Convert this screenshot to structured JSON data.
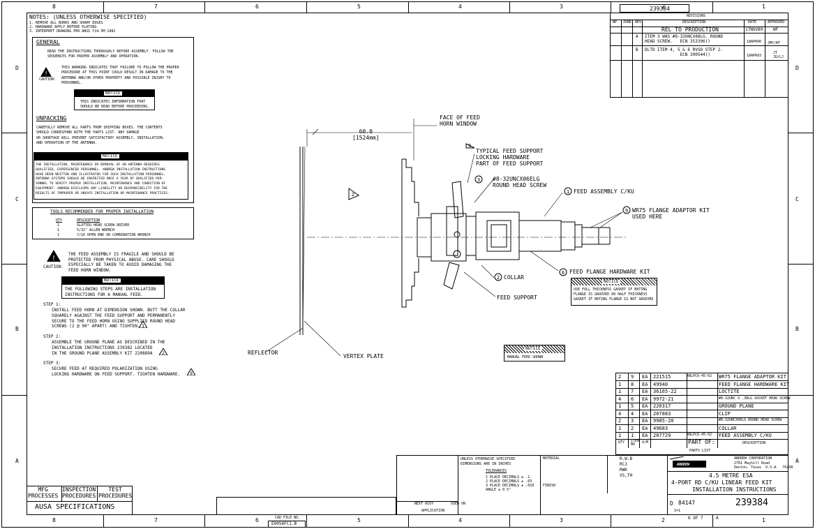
{
  "zones": {
    "top": [
      "8",
      "7",
      "6",
      "5",
      "4",
      "3",
      "2",
      "1"
    ],
    "bottom": [
      "8",
      "7",
      "6",
      "5",
      "4",
      "3",
      "2",
      "1"
    ],
    "left": [
      "D",
      "C",
      "B",
      "A"
    ],
    "right": [
      "D",
      "C",
      "B",
      "A"
    ]
  },
  "drawing_number_top": "239384",
  "notes": {
    "heading": "NOTES: (UNLESS OTHERWISE SPECIFIED)",
    "lines": [
      "1. REMOVE ALL BURRS AND SHARP EDGES",
      "2. HARDWARE APPLY BEFORE PLATING",
      "3. INTERPRET DRAWING PER ANSI Y14.5M-1982"
    ]
  },
  "general": {
    "title": "GENERAL",
    "p1": "READ THE INSTRUCTIONS THOROUGHLY BEFORE ASSEMBLY. FOLLOW THE\nSEQUENCES FOR PROPER ASSEMBLY AND OPERATION.",
    "caution_word": "CAUTION:",
    "caution_text": "THIS WARNING INDICATES THAT FAILURE TO FOLLOW THE PROPER\nPROCEDURE AT THIS POINT COULD RESULT IN DAMAGE TO THE\nANTENNA AND/OR OTHER PROPERTY AND POSSIBLE INJURY TO\nPERSONNEL.",
    "notice_label": "NOTICE",
    "notice_text": "THIS INDICATES INFORMATION THAT\nSHOULD BE READ BEFORE PROCEEDING."
  },
  "unpacking": {
    "title": "UNPACKING",
    "text": "CAREFULLY REMOVE ALL PARTS FROM SHIPPING BOXES. THE CONTENTS\nSHOULD CORRESPOND WITH THE PARTS LIST. ANY DAMAGE\nOR SHORTAGE WILL PREVENT SATISFACTORY ASSEMBLY, INSTALLATION,\nAND OPERATION OF THE ANTENNA."
  },
  "notice2": {
    "label": "NOTICE",
    "text": "THE INSTALLATION, MAINTENANCE OR REMOVAL OF AN ANTENNA REQUIRES\nQUALIFIED, EXPERIENCED PERSONNEL. ANDREW INSTALLATION INSTRUCTIONS\nHAVE BEEN WRITTEN AND ILLUSTRATED FOR SUCH INSTALLATION PERSONNEL.\nANTENNA SYSTEMS SHOULD BE INSPECTED ONCE A YEAR BY QUALIFIED PER-\nSONNEL TO VERIFY PROPER INSTALLATION, MAINTENANCE AND CONDITION OF\nEQUIPMENT. ANDREW DISCLAIMS ANY LIABILITY OR RESPONSIBILITY FOR THE\nRESULTS OF IMPROPER OR UNSAFE INSTALLATION OR MAINTENANCE PRACTICES."
  },
  "tools": {
    "title": "TOOLS RECOMMENDED FOR PROPER INSTALLATION",
    "col_qty": "QTY",
    "col_desc": "DESCRIPTION",
    "rows": [
      {
        "qty": "1",
        "desc": "SLOTTED HEAD SCREW DRIVER"
      },
      {
        "qty": "1",
        "desc": "5/32\" ALLEN WRENCH"
      },
      {
        "qty": "1",
        "desc": "7/16 OPEN END OR COMBINATION WRENCH"
      }
    ]
  },
  "caution2": {
    "word": "CAUTION:",
    "text": "THE FEED ASSEMBLY IS FRAGILE AND SHOULD BE\nPROTECTED FROM PHYSICAL ABUSE. CARE SHOULD\nESPECIALLY BE TAKEN TO AVOID DAMAGING THE\nFEED HORN WINDOW."
  },
  "notice3": {
    "label": "NOTICE",
    "text": "THE FOLLOWING STEPS ARE INSTALLATION\nINSTRUCTIONS FOR A MANUAL FEED."
  },
  "steps": [
    {
      "label": "STEP 1:",
      "text": "INSTALL FEED HORN AT DIMENSION SHOWN. BUTT THE COLLAR\nSQUARELY AGAINST THE FEED SUPPORT AND PERMANENTLY\nSECURE TO THE FEED HORN USING SUPPLIED ROUND HEAD\nSCREWS (2 @ 90° APART) AND TIGHTEN."
    },
    {
      "label": "STEP 2:",
      "text": "ASSEMBLE THE GROUND PLANE AS DESCRIBED IN THE\nINSTALLATION INSTRUCTIONS 239382 LOCATED\nIN THE GROUND PLANE ASSEMBLY KIT 220889A"
    },
    {
      "label": "STEP 3:",
      "text": "SECURE FEED AT REQUIRED POLARIZATION USING\nLOCKING HARDWARE ON FEED SUPPORT. TIGHTEN HARDWARE."
    }
  ],
  "drawing": {
    "face_of_feed": "FACE OF FEED\nHORN WINDOW",
    "dimension": "60.0\n[1524mm]",
    "typical_feed_support": "TYPICAL FEED SUPPORT\nLOCKING HARDWARE\nPART OF FEED SUPPORT",
    "screw": "#8-32UNCX06ELG\nROUND HEAD SCREW",
    "feed_assembly": "FEED ASSEMBLY C/KU",
    "wr75": "WR75 FLANGE ADAPTOR KIT\nUSED HERE",
    "collar": "COLLAR",
    "feed_flange": "FEED FLANGE HARDWARE KIT",
    "feed_support": "FEED SUPPORT",
    "reflector": "REFLECTOR",
    "vertex_plate": "VERTEX PLATE",
    "flange_notice_label": "NOTICE",
    "flange_notice_text": "USE FULL THICKNESS GASKET IF MATING\nFLANGE IS GROOVED OR HALF THICKNESS\nGASKET IF MATING FLANGE IS NOT GROOVED",
    "manual_feed_label": "NOTICE",
    "manual_feed_text": "MANUAL FEED SHOWN",
    "callouts": [
      "9",
      "3",
      "1",
      "9",
      "2",
      "6",
      "2"
    ]
  },
  "revisions": {
    "title": "REVISIONS",
    "headers": [
      "NP",
      "ZONE",
      "REV",
      "DESCRIPTION",
      "DATE",
      "APPROVED"
    ],
    "rows": [
      {
        "rev": "",
        "desc": "REL TO PRODUCTION",
        "date": "17NOV89",
        "appr": "WF"
      },
      {
        "rev": "A",
        "desc": "ITEM 3 WAS #8-32UNCX88LG. ROUND\nHEAD SCREW.   ECN 353396()",
        "date": "18APR90",
        "appr": "JMY/KF"
      },
      {
        "rev": "B",
        "desc": "DLTD ITEM 4, 5 & 6 RVSD STEP 2.\n              ECN 390544()",
        "date": "18APR93",
        "appr": "JT\nJD/LJ"
      }
    ]
  },
  "parts_list": {
    "title": "PARTS LIST",
    "rows": [
      {
        "qty": "2",
        "item": "9",
        "um": "EA",
        "part": "221515",
        "rev": "",
        "desc2": "48LPC6-45-02",
        "desc": "WR75 FLANGE ADAPTOR KIT"
      },
      {
        "qty": "1",
        "item": "8",
        "um": "EA",
        "part": "49940",
        "rev": "",
        "desc2": "",
        "desc": "FEED FLANGE HARDWARE KIT"
      },
      {
        "qty": "1",
        "item": "7",
        "um": "EA",
        "part": "36165-22",
        "rev": "",
        "desc2": "",
        "desc": "LOCTITE"
      },
      {
        "qty": "4",
        "item": "6",
        "um": "EA",
        "part": "9972-21",
        "rev": "",
        "desc2": "",
        "desc": "#8-32UNC X .38LG SOCKET HEAD SCREW"
      },
      {
        "qty": "1",
        "item": "5",
        "um": "EA",
        "part": "220317",
        "rev": "",
        "desc2": "",
        "desc": "GROUND PLANE"
      },
      {
        "qty": "4",
        "item": "4",
        "um": "EA",
        "part": "207883",
        "rev": "",
        "desc2": "",
        "desc": "CLIP"
      },
      {
        "qty": "2",
        "item": "3",
        "um": "EA",
        "part": "9985-20",
        "rev": "",
        "desc2": "",
        "desc": "#8-32UNCX06LG ROUND HEAD SCREW"
      },
      {
        "qty": "1",
        "item": "2",
        "um": "EA",
        "part": "49683",
        "rev": "",
        "desc2": "",
        "desc": "COLLAR"
      },
      {
        "qty": "1",
        "item": "1",
        "um": "EA",
        "part": "207729",
        "rev": "",
        "desc2": "48LPC6-45-02",
        "desc": "FEED ASSEMBLY C/KU"
      }
    ],
    "header_row": {
      "qty": "QTY",
      "item": "ITEM\nNO",
      "um": "U/M",
      "part": "PART OF:",
      "desc": "DESCRIPTION"
    }
  },
  "title_block": {
    "tolerance_head": "UNLESS OTHERWISE SPECIFIED\nDIMENSIONS ARE IN INCHES",
    "tolerances": "TOLERANCES",
    "tol_lines": "1 PLACE DECIMALS ± .1\n2 PLACE DECIMALS ± .03\n3 PLACE DECIMALS ± .010\nANGLE ± 0.5°",
    "material": "MATERIAL",
    "finish": "FINISH",
    "next_assy": "NEXT ASSY",
    "used_on": "USED ON",
    "application": "APPLICATION",
    "drawn_by": "R.W.B",
    "checked": "RCJ",
    "eng": "RWK",
    "approved": "VS,TH",
    "company": "ANDREW CORPORATION",
    "company_addr": "2701 Mayhill Road\nDenton, Texas  U.S.A.  76208",
    "logo": "ANDREW",
    "title1": "4.5 METRE ESA",
    "title2": "4-PORT RD C/KU LINEAR FEED KIT",
    "title3": "INSTALLATION INSTRUCTIONS",
    "size": "D",
    "cage": "84147",
    "dwg_no": "239384",
    "scale": "1=1",
    "sheet": "6 OF 7",
    "rev": "A",
    "cad_file": "CAD FILE NO.",
    "cad_file_no": "E0056FC1.B"
  },
  "specs": {
    "mfg": "MFG\nPROCESSES",
    "inspection": "INSPECTION\nPROCEDURES",
    "test": "TEST\nPROCEDURES",
    "ausa": "AUSA SPECIFICATIONS"
  }
}
